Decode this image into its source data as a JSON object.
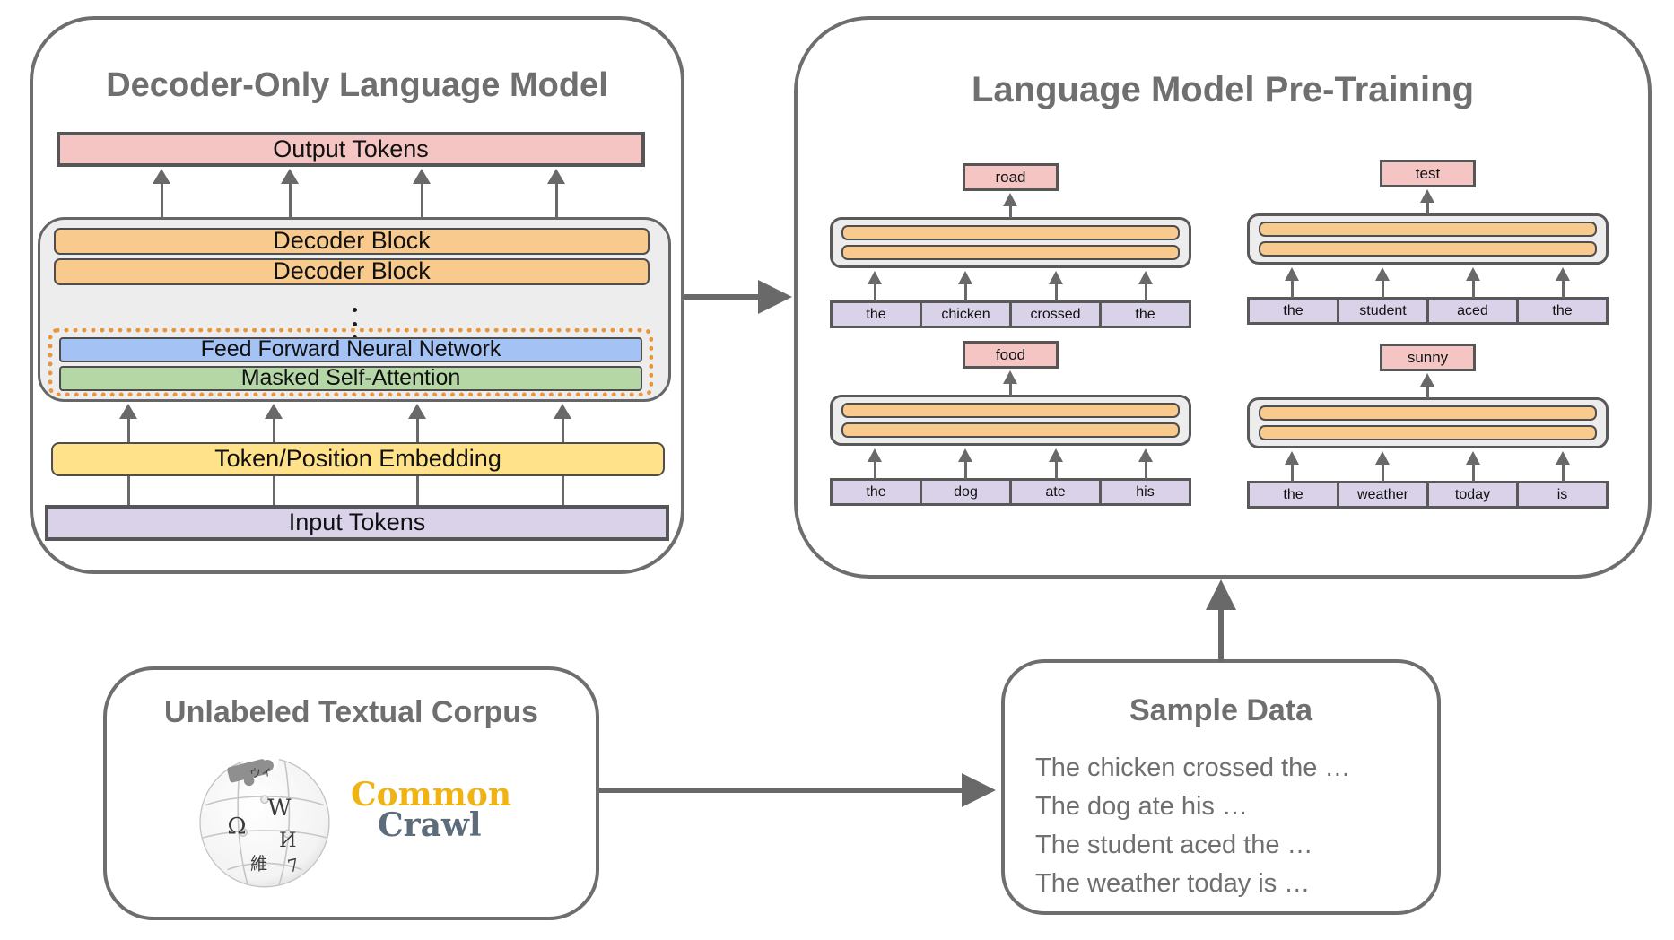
{
  "colors": {
    "panel_border": "#6e6e6e",
    "title_gray": "#6f6f6f",
    "pink": "#f4c5c2",
    "orange": "#f8ca8e",
    "blue": "#a4c2f4",
    "green": "#b5d7a6",
    "yellow": "#ffe28a",
    "purple": "#d9d2e9",
    "container_gray": "#ededed",
    "dotted_orange": "#e8963c",
    "arrow_gray": "#696969",
    "common_crawl_gold": "#f0b314",
    "common_crawl_slate": "#5d6c7b"
  },
  "left_panel": {
    "title": "Decoder-Only Language Model",
    "output_bar": "Output Tokens",
    "decoder_blocks": [
      "Decoder Block",
      "Decoder Block"
    ],
    "ffn_bar": "Feed Forward Neural Network",
    "attention_bar": "Masked Self-Attention",
    "embedding_bar": "Token/Position Embedding",
    "input_bar": "Input Tokens"
  },
  "right_panel": {
    "title": "Language Model Pre-Training",
    "examples": [
      {
        "output": "road",
        "tokens": [
          "the",
          "chicken",
          "crossed",
          "the"
        ]
      },
      {
        "output": "test",
        "tokens": [
          "the",
          "student",
          "aced",
          "the"
        ]
      },
      {
        "output": "food",
        "tokens": [
          "the",
          "dog",
          "ate",
          "his"
        ]
      },
      {
        "output": "sunny",
        "tokens": [
          "the",
          "weather",
          "today",
          "is"
        ]
      }
    ]
  },
  "corpus_panel": {
    "title": "Unlabeled Textual Corpus",
    "wikipedia_glyphs": [
      "W",
      "Ω",
      "И",
      "維",
      "ウィ",
      "7"
    ],
    "common_crawl_line1": "Common",
    "common_crawl_line2": "Crawl"
  },
  "sample_panel": {
    "title": "Sample Data",
    "lines": [
      "The chicken crossed the …",
      "The dog ate his …",
      "The student aced the …",
      "The weather today is …"
    ]
  }
}
